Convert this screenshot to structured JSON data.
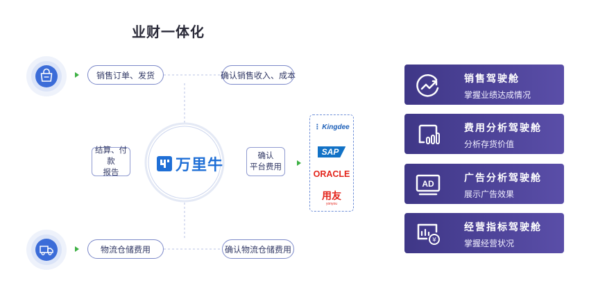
{
  "title": "业财一体化",
  "flow": {
    "sales_order": "销售订单、发货",
    "confirm_revenue": "确认销售收入、成本",
    "logistics_fee": "物流仓储费用",
    "confirm_logistics": "确认物流仓储费用",
    "settle_lines": [
      "结算、付款",
      "报告"
    ],
    "confirm_platform_lines": [
      "确认",
      "平台费用"
    ]
  },
  "center_brand": "万里牛",
  "erp_logos": [
    {
      "name": "Kingdee",
      "color": "#1c5fb8"
    },
    {
      "name": "SAP",
      "color": "#1272c6"
    },
    {
      "name": "ORACLE",
      "color": "#e3241b"
    },
    {
      "name": "用友",
      "color": "#e3241b",
      "sub": "yonyou"
    }
  ],
  "colors": {
    "accent": "#3f3787",
    "arrow": "#3cb043",
    "ring": "#3b6cd8"
  },
  "cards": [
    {
      "title": "销售驾驶舱",
      "subtitle": "掌握业绩达成情况",
      "icon": "trend-chart-icon"
    },
    {
      "title": "费用分析驾驶舱",
      "subtitle": "分析存货价值",
      "icon": "bar-chart-icon"
    },
    {
      "title": "广告分析驾驶舱",
      "subtitle": "展示广告效果",
      "icon": "ad-screen-icon"
    },
    {
      "title": "经营指标驾驶舱",
      "subtitle": "掌握经营状况",
      "icon": "finance-chart-icon"
    }
  ]
}
